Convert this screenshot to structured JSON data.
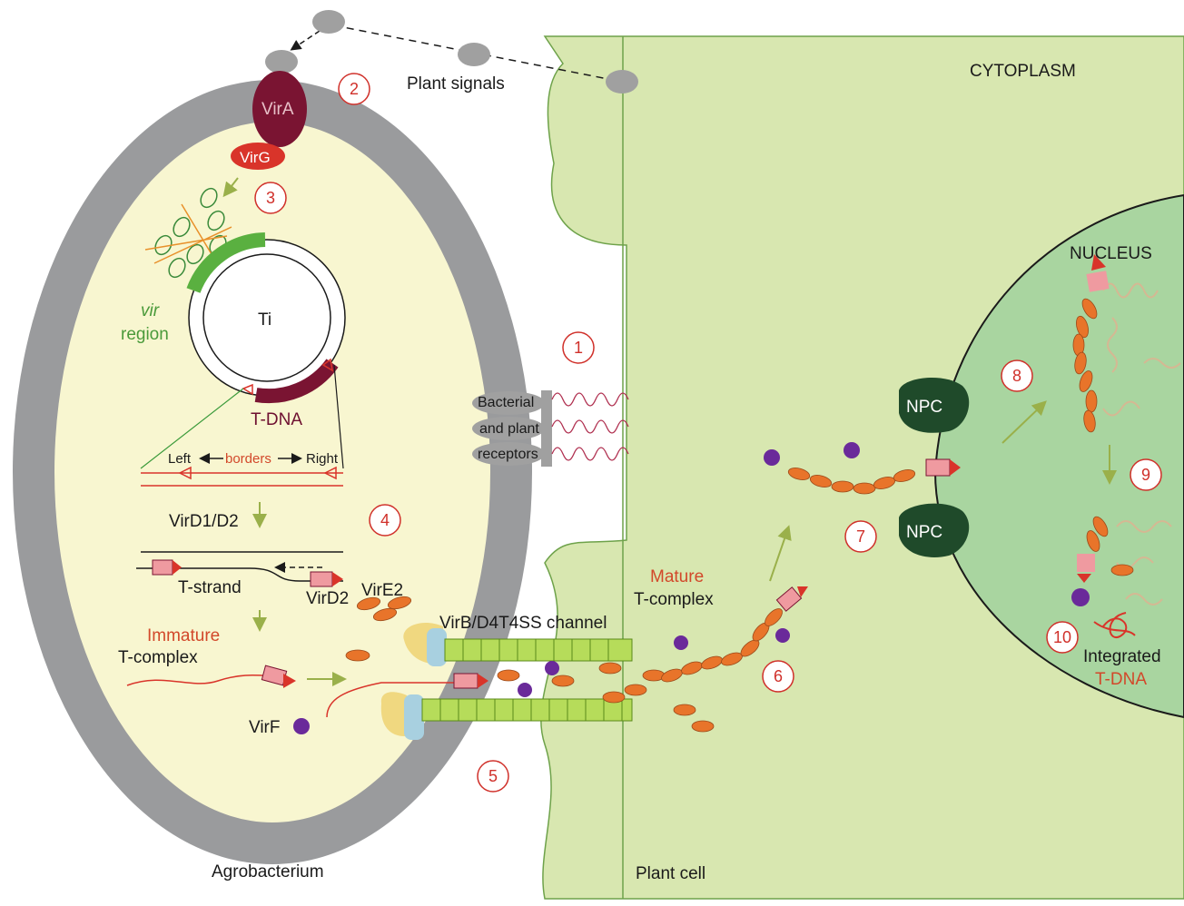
{
  "labels": {
    "cytoplasm": "CYTOPLASM",
    "nucleus": "NUCLEUS",
    "plant_signals": "Plant signals",
    "vira": "VirA",
    "virg": "VirG",
    "ti": "Ti",
    "vir_region_line1": "vir",
    "vir_region_line2": "region",
    "tdna": "T-DNA",
    "left": "Left",
    "borders": "borders",
    "right": "Right",
    "vird1d2": "VirD1/D2",
    "tstrand": "T-strand",
    "vird2": "VirD2",
    "vire2": "VirE2",
    "immature_line1": "Immature",
    "immature_line2": "T-complex",
    "virf": "VirF",
    "channel": "VirB/D4T4SS channel",
    "mature_line1": "Mature",
    "mature_line2": "T-complex",
    "receptors_line1": "Bacterial",
    "receptors_line2": "and plant",
    "receptors_line3": "receptors",
    "npc_top": "NPC",
    "npc_bottom": "NPC",
    "integrated_line1": "Integrated",
    "integrated_line2": "T-DNA",
    "agrobacterium": "Agrobacterium",
    "plant_cell": "Plant cell"
  },
  "steps": [
    "1",
    "2",
    "3",
    "4",
    "5",
    "6",
    "7",
    "8",
    "9",
    "10"
  ],
  "colors": {
    "bacterium_wall": "#9a9b9d",
    "bacterium_interior": "#f8f6d0",
    "plant_cell": "#d8e7b0",
    "nucleus": "#a9d5a0",
    "vira": "#7a1432",
    "virg": "#d9342a",
    "vire2": "#e8742a",
    "virf": "#6a2a9a",
    "npc": "#1f4a2a",
    "step_circle": "#d0302a"
  }
}
